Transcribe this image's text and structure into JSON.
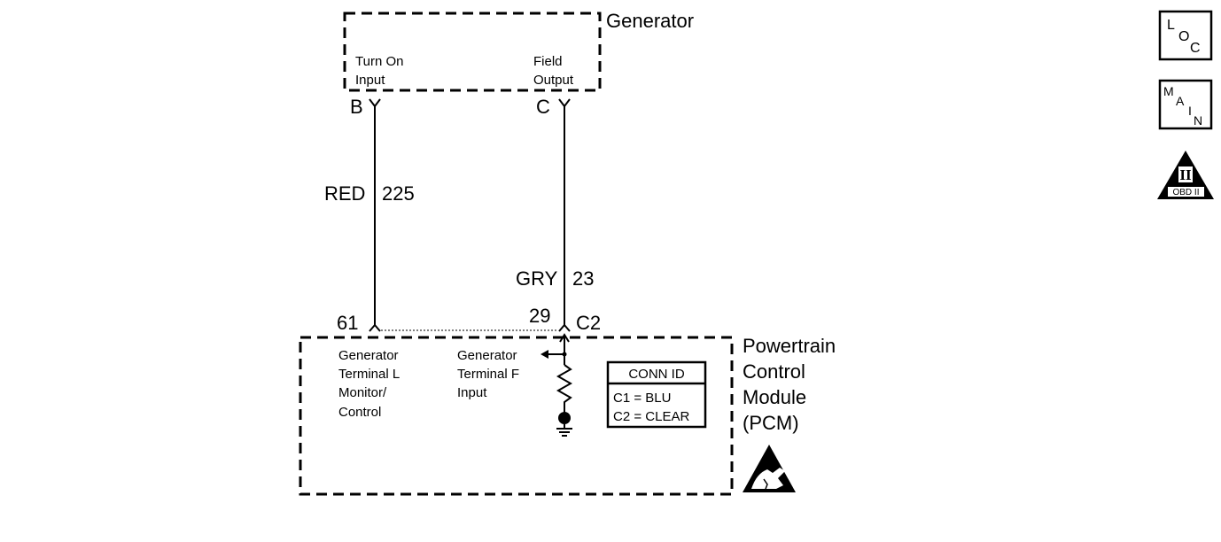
{
  "generator": {
    "title": "Generator",
    "pin_b_label": "Turn On",
    "pin_b_label2": "Input",
    "pin_c_label": "Field",
    "pin_c_label2": "Output",
    "pin_b": "B",
    "pin_c": "C"
  },
  "wires": {
    "wire1_color": "RED",
    "wire1_circuit": "225",
    "wire2_color": "GRY",
    "wire2_circuit": "23"
  },
  "pcm": {
    "title_line1": "Powertrain",
    "title_line2": "Control",
    "title_line3": "Module",
    "title_line4": "(PCM)",
    "pin_61": "61",
    "pin_29": "29",
    "connector": "C2",
    "terminal_l_line1": "Generator",
    "terminal_l_line2": "Terminal L",
    "terminal_l_line3": "Monitor/",
    "terminal_l_line4": "Control",
    "terminal_f_line1": "Generator",
    "terminal_f_line2": "Terminal F",
    "terminal_f_line3": "Input"
  },
  "conn_id": {
    "header": "CONN ID",
    "c1": "C1 = BLU",
    "c2": "C2 = CLEAR"
  },
  "icons": {
    "loc": [
      "L",
      "O",
      "C"
    ],
    "main": [
      "M",
      "A",
      "I",
      "N"
    ],
    "obd_top": "II",
    "obd_bottom": "OBD II"
  }
}
